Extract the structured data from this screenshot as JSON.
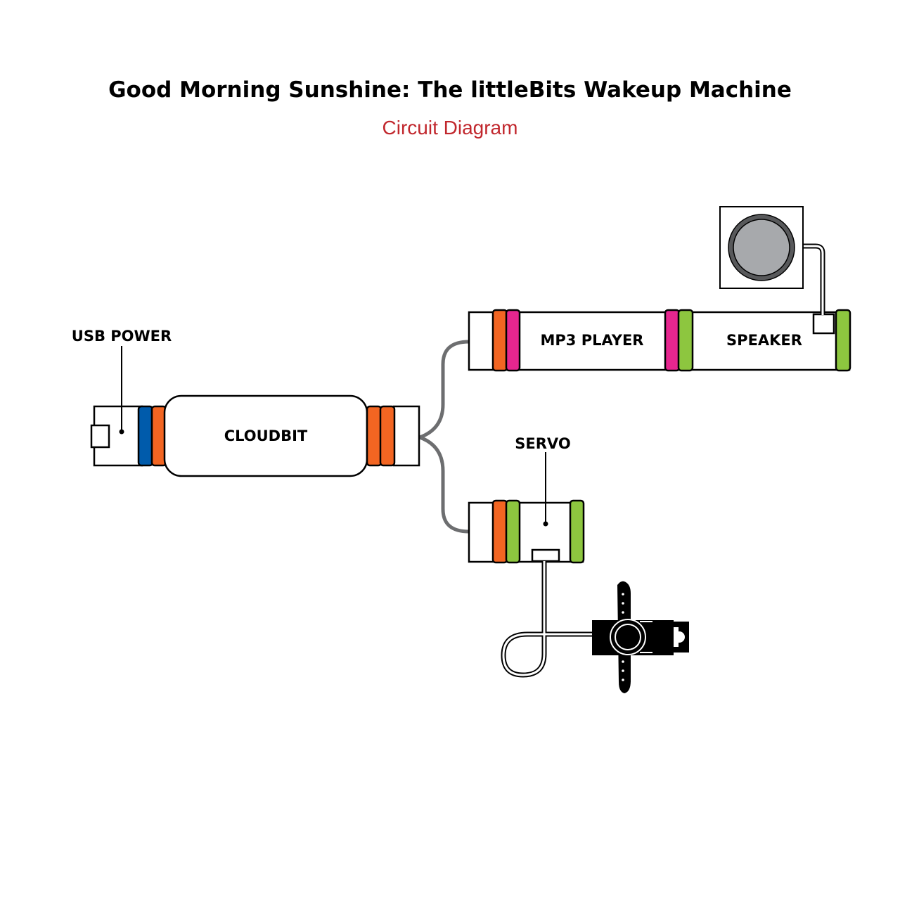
{
  "header": {
    "title": "Good Morning Sunshine: The littleBits Wakeup Machine",
    "subtitle": "Circuit Diagram"
  },
  "components": {
    "usb_power": "USB POWER",
    "cloudbit": "CLOUDBIT",
    "mp3_player": "MP3 PLAYER",
    "speaker": "SPEAKER",
    "servo": "SERVO"
  },
  "colors": {
    "power_blue": "#005bab",
    "orange": "#f26522",
    "pink": "#e6268f",
    "green": "#8dc63f",
    "wire_gray": "#6d6e70",
    "subtitle_red": "#c1272d"
  }
}
